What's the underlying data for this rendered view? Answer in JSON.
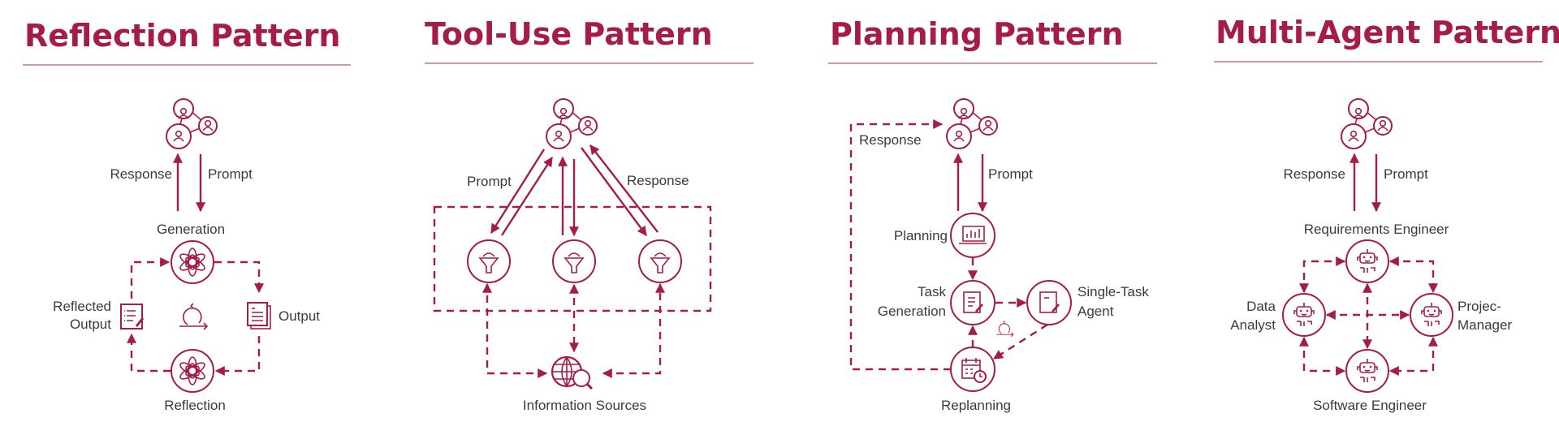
{
  "accent_color": "#a51c4b",
  "text_color": "#3a3a3a",
  "panels": {
    "reflection": {
      "title": "Reflection Pattern",
      "response": "Response",
      "prompt": "Prompt",
      "generation": "Generation",
      "reflected_output_1": "Reflected",
      "reflected_output_2": "Output",
      "output": "Output",
      "reflection": "Reflection"
    },
    "tool_use": {
      "title": "Tool-Use Pattern",
      "prompt": "Prompt",
      "response": "Response",
      "information_sources": "Information Sources"
    },
    "planning": {
      "title": "Planning Pattern",
      "response": "Response",
      "prompt": "Prompt",
      "planning": "Planning",
      "task_generation_1": "Task",
      "task_generation_2": "Generation",
      "single_task_agent_1": "Single-Task",
      "single_task_agent_2": "Agent",
      "replanning": "Replanning"
    },
    "multi_agent": {
      "title": "Multi-Agent Pattern",
      "response": "Response",
      "prompt": "Prompt",
      "requirements_engineer": "Requirements Engineer",
      "data_analyst_1": "Data",
      "data_analyst_2": "Analyst",
      "project_manager_1": "Projec-",
      "project_manager_2": "Manager",
      "software_engineer": "Software Engineer"
    }
  },
  "icons": [
    "users-network-icon",
    "openai-knot-icon",
    "document-list-icon",
    "document-pages-icon",
    "cycle-icon",
    "funnel-icon",
    "globe-search-icon",
    "laptop-chart-icon",
    "calendar-clock-icon",
    "robot-icon"
  ]
}
